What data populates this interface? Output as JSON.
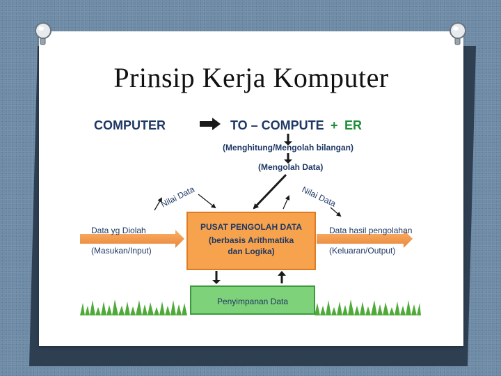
{
  "slide": {
    "title": "Prinsip Kerja Komputer"
  },
  "diagram": {
    "computer": "COMPUTER",
    "to_compute": "TO – COMPUTE",
    "plus": "+",
    "er": "ER",
    "meaning_1": "(Menghitung/Mengolah bilangan)",
    "meaning_2": "(Mengolah Data)",
    "nilai_data_left": "Nilai Data",
    "nilai_data_right": "Nilai Data",
    "input_label": "Data yg Diolah",
    "input_sub": "(Masukan/Input)",
    "output_label": "Data hasil pengolahan",
    "output_sub": "(Keluaran/Output)",
    "cpu_title": "PUSAT PENGOLAH DATA",
    "cpu_line_1": "(berbasis Arithmatika",
    "cpu_line_2": "dan Logika)",
    "storage": "Penyimpanan Data"
  },
  "colors": {
    "orange": "#f7a24c",
    "orange_dark": "#e8873a",
    "navy": "#1f3864",
    "green": "#1e8c3a",
    "storage_fill": "#7ed27a",
    "storage_border": "#3b9a3d"
  }
}
